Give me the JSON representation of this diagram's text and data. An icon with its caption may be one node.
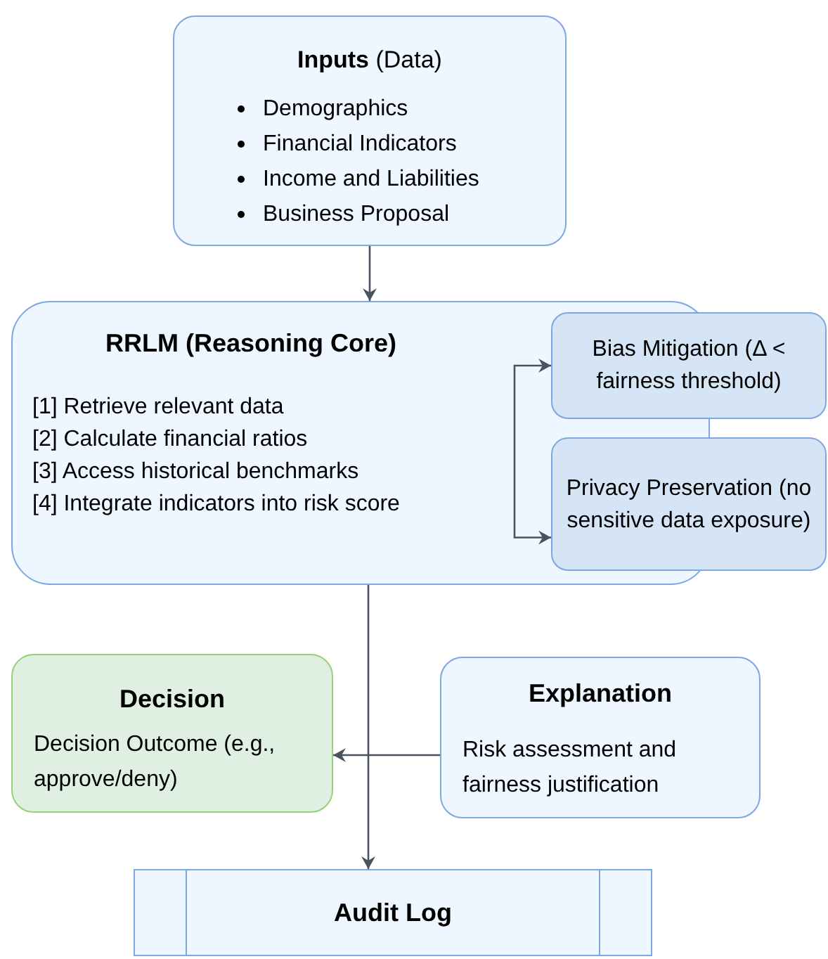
{
  "diagram": {
    "nodes": [
      {
        "text": [
          "**Inputs** (Data)",
          "Demographics",
          "Financial Indicators",
          "Income and Liabilities",
          "Business Proposal"
        ]
      },
      {
        "text": [
          "RRLM (Reasoning Core)",
          "[1] Retrieve relevant data",
          "[2] Calculate financial ratios",
          "[3] Access historical benchmarks",
          "[4] Integrate indicators into risk score"
        ]
      },
      {
        "text": [
          "Bias Mitigation (Δ < fairness threshold)"
        ]
      },
      {
        "text": [
          "Privacy Preservation (no sensitive data exposure)"
        ]
      },
      {
        "text": [
          "Decision",
          "Decision Outcome (e.g., approve/deny)"
        ]
      },
      {
        "text": [
          "Explanation",
          "Risk assessment and fairness justification"
        ]
      },
      {
        "text": [
          "Audit Log"
        ]
      }
    ],
    "edges": [
      {
        "from": 0,
        "to": 1,
        "arrow": "to"
      },
      {
        "from": 1,
        "to": 2,
        "arrow": "to"
      },
      {
        "from": 1,
        "to": 3,
        "arrow": "to"
      },
      {
        "from": 5,
        "to": 4,
        "arrow": "to"
      },
      {
        "from": 1,
        "to": 6,
        "arrow": "to"
      }
    ]
  }
}
